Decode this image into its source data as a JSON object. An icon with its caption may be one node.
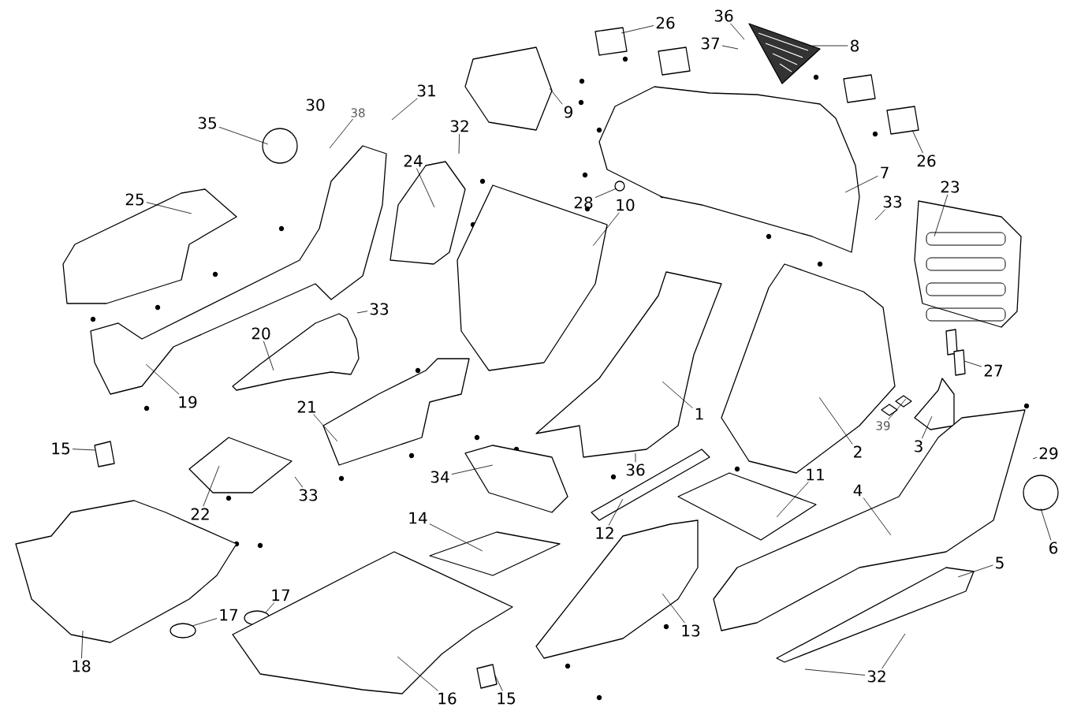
{
  "diagram": {
    "nodes": [
      {
        "text": [
          "26"
        ]
      },
      {
        "text": [
          "36"
        ]
      },
      {
        "text": [
          "37"
        ]
      },
      {
        "text": [
          "8"
        ]
      },
      {
        "text": [
          "9"
        ]
      },
      {
        "text": [
          "31"
        ]
      },
      {
        "text": [
          "30"
        ]
      },
      {
        "text": [
          "38"
        ]
      },
      {
        "text": [
          "35"
        ]
      },
      {
        "text": [
          "32"
        ]
      },
      {
        "text": [
          "24"
        ]
      },
      {
        "text": [
          "28"
        ]
      },
      {
        "text": [
          "10"
        ]
      },
      {
        "text": [
          "26"
        ]
      },
      {
        "text": [
          "7"
        ]
      },
      {
        "text": [
          "33"
        ]
      },
      {
        "text": [
          "23"
        ]
      },
      {
        "text": [
          "25"
        ]
      },
      {
        "text": [
          "33"
        ]
      },
      {
        "text": [
          "20"
        ]
      },
      {
        "text": [
          "19"
        ]
      },
      {
        "text": [
          "1"
        ]
      },
      {
        "text": [
          "2"
        ]
      },
      {
        "text": [
          "3"
        ]
      },
      {
        "text": [
          "27"
        ]
      },
      {
        "text": [
          "39"
        ]
      },
      {
        "text": [
          "21"
        ]
      },
      {
        "text": [
          "15"
        ]
      },
      {
        "text": [
          "22"
        ]
      },
      {
        "text": [
          "33"
        ]
      },
      {
        "text": [
          "34"
        ]
      },
      {
        "text": [
          "36"
        ]
      },
      {
        "text": [
          "12"
        ]
      },
      {
        "text": [
          "11"
        ]
      },
      {
        "text": [
          "29"
        ]
      },
      {
        "text": [
          "4"
        ]
      },
      {
        "text": [
          "6"
        ]
      },
      {
        "text": [
          "5"
        ]
      },
      {
        "text": [
          "14"
        ]
      },
      {
        "text": [
          "17"
        ]
      },
      {
        "text": [
          "17"
        ]
      },
      {
        "text": [
          "18"
        ]
      },
      {
        "text": [
          "16"
        ]
      },
      {
        "text": [
          "15"
        ]
      },
      {
        "text": [
          "13"
        ]
      },
      {
        "text": [
          "32"
        ]
      },
      {
        "text": [],
        "shape": "circle"
      },
      {
        "text": [],
        "shape": "box"
      },
      {
        "text": [],
        "shape": "diamond"
      },
      {
        "text": [],
        "shape": "box"
      },
      {
        "text": [],
        "shape": "circle"
      },
      {
        "text": [],
        "shape": "circle"
      },
      {
        "text": [],
        "shape": "box"
      },
      {
        "text": [],
        "shape": "picture"
      },
      {
        "text": [],
        "shape": "box"
      },
      {
        "text": [],
        "shape": "picture"
      },
      {
        "text": [],
        "shape": "box"
      },
      {
        "text": [],
        "shape": "circle"
      },
      {
        "text": [],
        "shape": "box"
      },
      {
        "text": [],
        "shape": "box"
      },
      {
        "text": [],
        "shape": "box"
      },
      {
        "text": [],
        "shape": "box"
      },
      {
        "text": [],
        "shape": "box"
      },
      {
        "text": [],
        "shape": "box"
      },
      {
        "text": [],
        "shape": "box"
      },
      {
        "text": [],
        "shape": "box"
      },
      {
        "text": [],
        "shape": "box"
      },
      {
        "text": [],
        "shape": "box"
      },
      {
        "text": [],
        "shape": "box"
      },
      {
        "text": [],
        "shape": "box"
      },
      {
        "text": [],
        "shape": "box"
      },
      {
        "text": [],
        "shape": "box"
      },
      {
        "text": [],
        "shape": "box"
      },
      {
        "text": [],
        "shape": "box"
      },
      {
        "text": [],
        "shape": "circle"
      },
      {
        "text": [],
        "shape": "box"
      },
      {
        "text": [],
        "shape": "box"
      },
      {
        "text": [],
        "shape": "box"
      },
      {
        "text": [],
        "shape": "box"
      },
      {
        "text": [],
        "shape": "box"
      }
    ],
    "edges": [
      {
        "from": 0,
        "to": 54,
        "arrow": "none"
      },
      {
        "from": 1,
        "to": null,
        "arrow": "none"
      },
      {
        "from": 2,
        "to": null,
        "arrow": "none"
      },
      {
        "from": 3,
        "to": 55,
        "arrow": "none"
      },
      {
        "from": 4,
        "to": 56,
        "arrow": "none"
      },
      {
        "from": 5,
        "to": null,
        "arrow": "none"
      },
      {
        "from": 7,
        "to": null,
        "arrow": "none"
      },
      {
        "from": 8,
        "to": 57,
        "arrow": "none"
      },
      {
        "from": 9,
        "to": null,
        "arrow": "none"
      },
      {
        "from": 10,
        "to": 58,
        "arrow": "none"
      },
      {
        "from": 11,
        "to": 46,
        "arrow": "none"
      },
      {
        "from": 12,
        "to": 59,
        "arrow": "none"
      },
      {
        "from": 13,
        "to": 60,
        "arrow": "none"
      },
      {
        "from": 14,
        "to": 61,
        "arrow": "none"
      },
      {
        "from": 15,
        "to": null,
        "arrow": "none"
      },
      {
        "from": 16,
        "to": 53,
        "arrow": "none"
      },
      {
        "from": 17,
        "to": 62,
        "arrow": "none"
      },
      {
        "from": 18,
        "to": null,
        "arrow": "none"
      },
      {
        "from": 19,
        "to": 63,
        "arrow": "none"
      },
      {
        "from": 20,
        "to": 64,
        "arrow": "none"
      },
      {
        "from": 21,
        "to": 65,
        "arrow": "none"
      },
      {
        "from": 22,
        "to": 66,
        "arrow": "none"
      },
      {
        "from": 23,
        "to": 67,
        "arrow": "none"
      },
      {
        "from": 24,
        "to": 47,
        "arrow": "none"
      },
      {
        "from": 25,
        "to": 48,
        "arrow": "none"
      },
      {
        "from": 26,
        "to": 68,
        "arrow": "none"
      },
      {
        "from": 27,
        "to": 49,
        "arrow": "none"
      },
      {
        "from": 28,
        "to": 69,
        "arrow": "none"
      },
      {
        "from": 29,
        "to": null,
        "arrow": "none"
      },
      {
        "from": 30,
        "to": 70,
        "arrow": "none"
      },
      {
        "from": 31,
        "to": null,
        "arrow": "none"
      },
      {
        "from": 32,
        "to": 71,
        "arrow": "none"
      },
      {
        "from": 33,
        "to": 72,
        "arrow": "none"
      },
      {
        "from": 34,
        "to": null,
        "arrow": "none"
      },
      {
        "from": 35,
        "to": 73,
        "arrow": "none"
      },
      {
        "from": 36,
        "to": 74,
        "arrow": "none"
      },
      {
        "from": 37,
        "to": 75,
        "arrow": "none"
      },
      {
        "from": 38,
        "to": 76,
        "arrow": "none"
      },
      {
        "from": 39,
        "to": 50,
        "arrow": "none"
      },
      {
        "from": 40,
        "to": 51,
        "arrow": "none"
      },
      {
        "from": 41,
        "to": 77,
        "arrow": "none"
      },
      {
        "from": 42,
        "to": 78,
        "arrow": "none"
      },
      {
        "from": 43,
        "to": 52,
        "arrow": "none"
      },
      {
        "from": 44,
        "to": 79,
        "arrow": "none"
      },
      {
        "from": 45,
        "to": null,
        "arrow": "none"
      },
      {
        "from": 45,
        "to": null,
        "arrow": "none"
      }
    ]
  }
}
